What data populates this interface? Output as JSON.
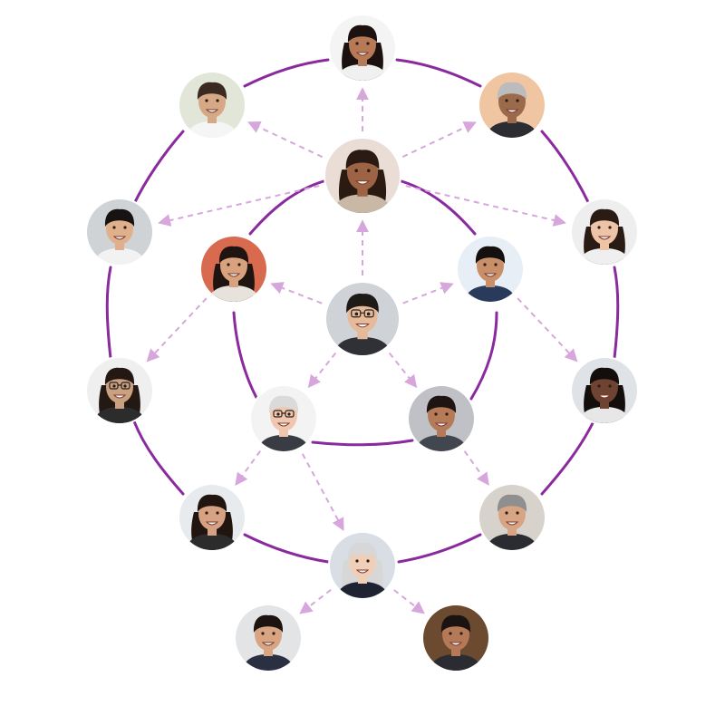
{
  "diagram": {
    "rings": [
      {
        "id": "inner",
        "color": "#8a2a9e"
      },
      {
        "id": "middle",
        "color": "#8a2a9e"
      },
      {
        "id": "outer",
        "color": "#8a2a9e"
      }
    ],
    "arrow_color": "#d6a6dc",
    "people": [
      {
        "id": "center",
        "skin": "#e6b99a",
        "hair": "#1e1a18",
        "bg": "#cfd2d6",
        "shirt": "#2f3136",
        "glasses": true,
        "long_hair": false
      },
      {
        "id": "upper-center",
        "skin": "#9c6444",
        "hair": "#2b1a12",
        "bg": "#e9ddd6",
        "shirt": "#c9b8a6",
        "glasses": false,
        "long_hair": true
      },
      {
        "id": "middle-left",
        "skin": "#d9a27f",
        "hair": "#1f1410",
        "bg": "#d86a4f",
        "shirt": "#e7e2dc",
        "glasses": false,
        "long_hair": true
      },
      {
        "id": "middle-right",
        "skin": "#c98f69",
        "hair": "#141010",
        "bg": "#e8eef5",
        "shirt": "#2a3a5a",
        "glasses": false,
        "long_hair": false
      },
      {
        "id": "lower-left",
        "skin": "#f0c7ae",
        "hair": "#dadada",
        "bg": "#f3f3f3",
        "shirt": "#3a3c44",
        "glasses": true,
        "long_hair": false
      },
      {
        "id": "lower-right",
        "skin": "#b57a58",
        "hair": "#1e1512",
        "bg": "#bfc1c6",
        "shirt": "#42464f",
        "glasses": false,
        "long_hair": false
      },
      {
        "id": "top",
        "skin": "#b77a57",
        "hair": "#1b1210",
        "bg": "#f4f4f4",
        "shirt": "#f0f0f0",
        "glasses": false,
        "long_hair": true
      },
      {
        "id": "top-left",
        "skin": "#d7a885",
        "hair": "#3a2a22",
        "bg": "#e1e6d8",
        "shirt": "#f5f5f5",
        "glasses": false,
        "long_hair": false
      },
      {
        "id": "top-right",
        "skin": "#9a6a4b",
        "hair": "#bcbcbc",
        "bg": "#f0c6a2",
        "shirt": "#2b2d33",
        "glasses": false,
        "long_hair": false
      },
      {
        "id": "left-upper",
        "skin": "#e0b08c",
        "hair": "#161312",
        "bg": "#cfd3d6",
        "shirt": "#f2f2f2",
        "glasses": false,
        "long_hair": false
      },
      {
        "id": "right-upper",
        "skin": "#efc3a5",
        "hair": "#2a1b15",
        "bg": "#eeeeee",
        "shirt": "#efefef",
        "glasses": false,
        "long_hair": true
      },
      {
        "id": "left-lower",
        "skin": "#caa080",
        "hair": "#241813",
        "bg": "#efefef",
        "shirt": "#2c2c2c",
        "glasses": true,
        "long_hair": true
      },
      {
        "id": "right-lower",
        "skin": "#6e4331",
        "hair": "#130e0c",
        "bg": "#dfe2e6",
        "shirt": "#e7e7e7",
        "glasses": false,
        "long_hair": true
      },
      {
        "id": "bottom-left",
        "skin": "#d6a283",
        "hair": "#21150f",
        "bg": "#e8ebee",
        "shirt": "#2c2c2c",
        "glasses": false,
        "long_hair": true
      },
      {
        "id": "bottom-right",
        "skin": "#d7a584",
        "hair": "#8f8f8f",
        "bg": "#d7d2cc",
        "shirt": "#2a2c32",
        "glasses": false,
        "long_hair": false
      },
      {
        "id": "bottom-center",
        "skin": "#f0cfb9",
        "hair": "#d7d7d7",
        "bg": "#d8dee4",
        "shirt": "#1f2230",
        "glasses": false,
        "long_hair": true
      },
      {
        "id": "footer-left",
        "skin": "#d8a481",
        "hair": "#1d1411",
        "bg": "#e2e4e6",
        "shirt": "#2a3042",
        "glasses": false,
        "long_hair": false
      },
      {
        "id": "footer-right",
        "skin": "#b47a58",
        "hair": "#1b1311",
        "bg": "#6b4a2f",
        "shirt": "#2b2c31",
        "glasses": false,
        "long_hair": false
      }
    ],
    "connections": [
      {
        "from": "center",
        "to": "upper-center"
      },
      {
        "from": "center",
        "to": "middle-left"
      },
      {
        "from": "center",
        "to": "middle-right"
      },
      {
        "from": "center",
        "to": "lower-left"
      },
      {
        "from": "center",
        "to": "lower-right"
      },
      {
        "from": "upper-center",
        "to": "top"
      },
      {
        "from": "upper-center",
        "to": "top-left"
      },
      {
        "from": "upper-center",
        "to": "top-right"
      },
      {
        "from": "upper-center",
        "to": "left-upper"
      },
      {
        "from": "upper-center",
        "to": "right-upper"
      },
      {
        "from": "middle-left",
        "to": "left-lower"
      },
      {
        "from": "middle-right",
        "to": "right-lower"
      },
      {
        "from": "lower-left",
        "to": "bottom-left"
      },
      {
        "from": "lower-left",
        "to": "bottom-center"
      },
      {
        "from": "lower-right",
        "to": "bottom-right"
      },
      {
        "from": "bottom-center",
        "to": "footer-left"
      },
      {
        "from": "bottom-center",
        "to": "footer-right"
      }
    ]
  }
}
